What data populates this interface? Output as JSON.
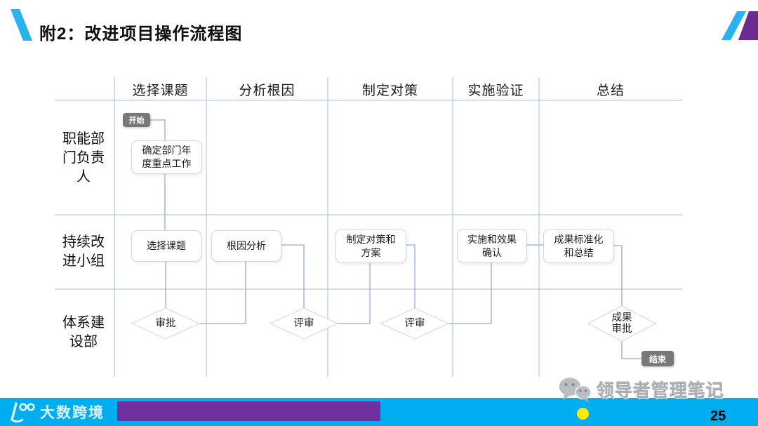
{
  "slide": {
    "title": "附2：改进项目操作流程图",
    "page_number": "25"
  },
  "swimlane": {
    "column_headers": [
      "选择课题",
      "分析根因",
      "制定对策",
      "实施验证",
      "总结"
    ],
    "row_labels": [
      "职能部门负责人",
      "持续改进小组",
      "体系建设部"
    ]
  },
  "flow": {
    "start_badge": "开始",
    "end_badge": "结束",
    "process_boxes": [
      "确定部门年度重点工作",
      "选择课题",
      "根因分析",
      "制定对策和方案",
      "实施和效果确认",
      "成果标准化和总结"
    ],
    "decision_diamonds": [
      "审批",
      "评审",
      "评审",
      "成果审批"
    ]
  },
  "footer": {
    "brand_name": "大数跨境",
    "watermark_text": "领导者管理笔记"
  },
  "colors": {
    "accent_cyan": "#00aeef",
    "accent_purple": "#7030a0",
    "grid_line": "#a9bcdc",
    "connector_line": "#93abd3",
    "badge_gray": "#787878"
  }
}
